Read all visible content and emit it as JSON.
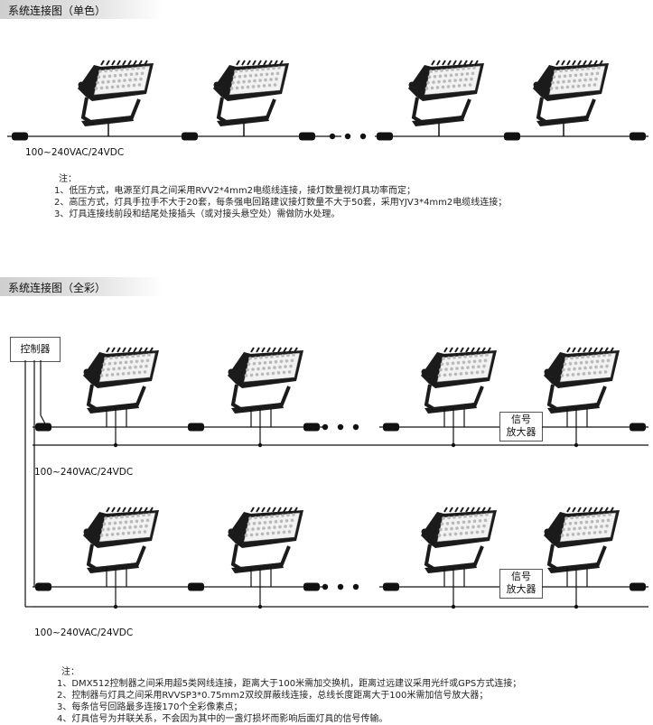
{
  "section1": {
    "title": "系统连接图（单色）",
    "power_label": "100~240VAC/24VDC",
    "notes_title": "注：",
    "notes": [
      "1、低压方式，电源至灯具之间采用RVV2*4mm2电缆线连接，接灯数量视灯具功率而定；",
      "2、高压方式，灯具手拉手不大于20套，每条强电回路建议接灯数量不大于50套，采用YJV3*4mm2电缆线连接；",
      "3、灯具连接线前段和结尾处接插头（或对接头悬空处）需做防水处理。"
    ]
  },
  "section2": {
    "title": "系统连接图（全彩）",
    "controller_label": "控制器",
    "amplifier_label_line1": "信号",
    "amplifier_label_line2": "放大器",
    "power_label_row1": "100~240VAC/24VDC",
    "power_label_row2": "100~240VAC/24VDC",
    "notes_title": "注：",
    "notes": [
      "1、DMX512控制器之间采用超5类网线连接，距离大于100米需加交换机，距离过远建议采用光纤或GPS方式连接；",
      "2、控制器与灯具之间采用RVVSP3*0.75mm2双绞屏蔽线连接，总线长度距离大于100米需加信号放大器；",
      "3、每条信号回路最多连接170个全彩像素点；",
      "4、灯具信号为并联关系，不会因为其中的一盏灯损坏而影响后面灯具的信号传输。"
    ]
  },
  "colors": {
    "line": "#111111",
    "fixture_body": "#1b1b1b",
    "led_face": "#f2f2f2",
    "header_bg": "#d4d4d4"
  },
  "icons": [
    "floodlight-fixture-icon",
    "cable-connector-icon",
    "ellipsis-dots-icon"
  ]
}
